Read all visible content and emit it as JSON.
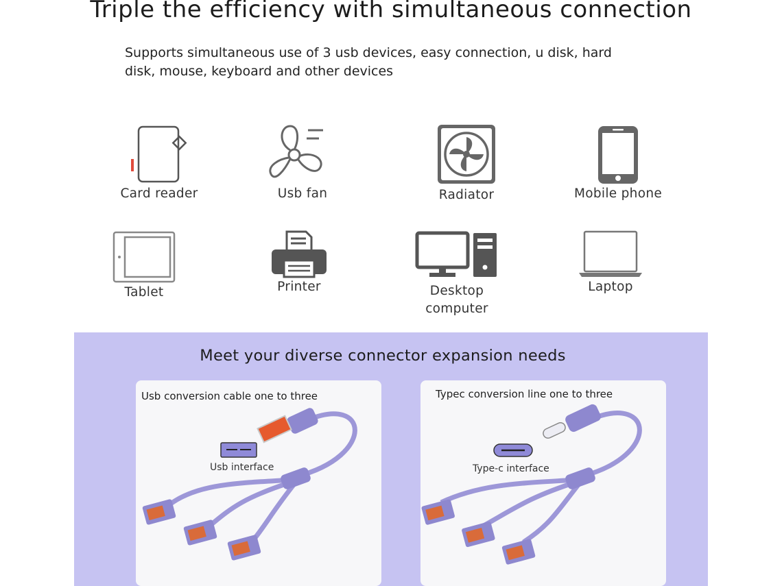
{
  "header": {
    "title": "Triple the efficiency with simultaneous connection",
    "subtitle": "Supports simultaneous use of 3 usb devices, easy connection, u disk, hard disk, mouse, keyboard and other devices"
  },
  "devices": [
    {
      "icon": "card-reader-icon",
      "label": "Card reader"
    },
    {
      "icon": "usb-fan-icon",
      "label": "Usb fan"
    },
    {
      "icon": "radiator-icon",
      "label": "Radiator"
    },
    {
      "icon": "mobile-phone-icon",
      "label": "Mobile phone"
    },
    {
      "icon": "tablet-icon",
      "label": "Tablet"
    },
    {
      "icon": "printer-icon",
      "label": "Printer"
    },
    {
      "icon": "desktop-computer-icon",
      "label": "Desktop computer"
    },
    {
      "icon": "laptop-icon",
      "label": "Laptop"
    }
  ],
  "expansion": {
    "title": "Meet your diverse connector expansion needs",
    "cards": [
      {
        "caption": "Usb conversion cable one to three",
        "interface_label": "Usb interface"
      },
      {
        "caption": "Typec conversion line one to three",
        "interface_label": "Type-c interface"
      }
    ]
  },
  "colors": {
    "band_background": "#c6c3f2",
    "cable_purple": "#9d97d8",
    "icon_gray": "#666666",
    "card_reader_accent": "#e04b3c"
  }
}
